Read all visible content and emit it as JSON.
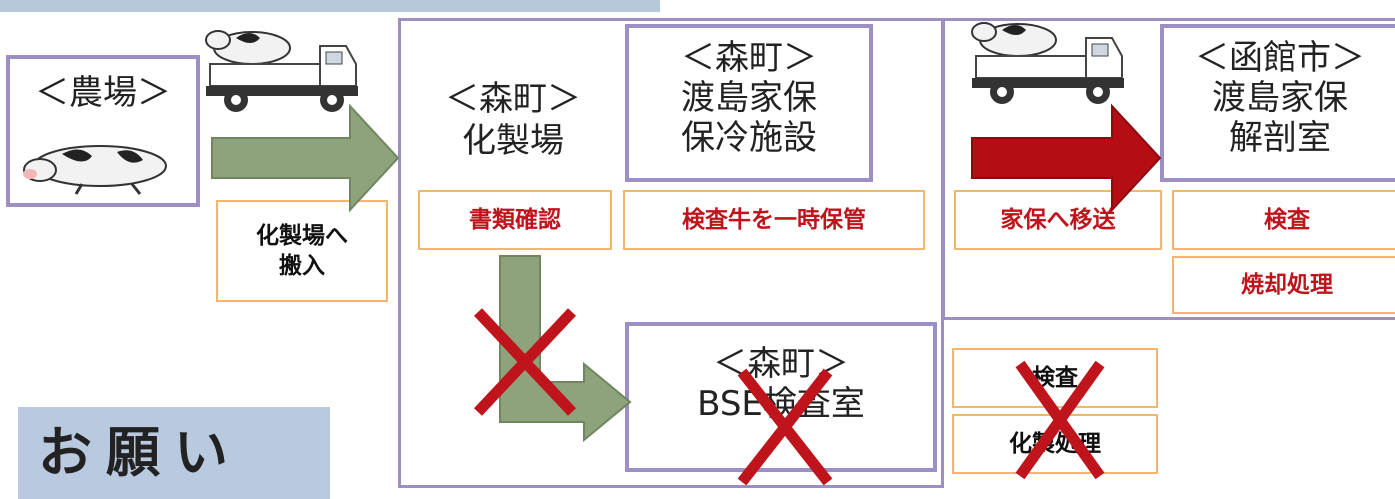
{
  "nodes": {
    "farm": "＜農場＞",
    "rendering_plant": "＜森町＞\n化製場",
    "storage": "＜森町＞\n渡島家保\n保冷施設",
    "autopsy": "＜函館市＞\n渡島家保\n解剖室",
    "bse_room": "＜森町＞\nBSE検査室"
  },
  "steps": {
    "carry_in": "化製場へ\n搬入",
    "doc_check": "書類確認",
    "temp_storage": "検査牛を一時保管",
    "transfer": "家保へ移送",
    "inspection": "検査",
    "incineration": "焼却処理",
    "old_inspection": "検査",
    "old_rendering": "化製処理"
  },
  "footer": {
    "request_text": "お願い"
  },
  "colors": {
    "node_border": "#9d8ec4",
    "step_border": "#f4b66c",
    "step_text_red": "#c0141c",
    "arrow_green": "#8ea27b",
    "arrow_red": "#b40d13",
    "cross": "#c0141c"
  },
  "icons": [
    "cow-lying-icon",
    "cow-truck-icon",
    "cow-truck-icon"
  ]
}
